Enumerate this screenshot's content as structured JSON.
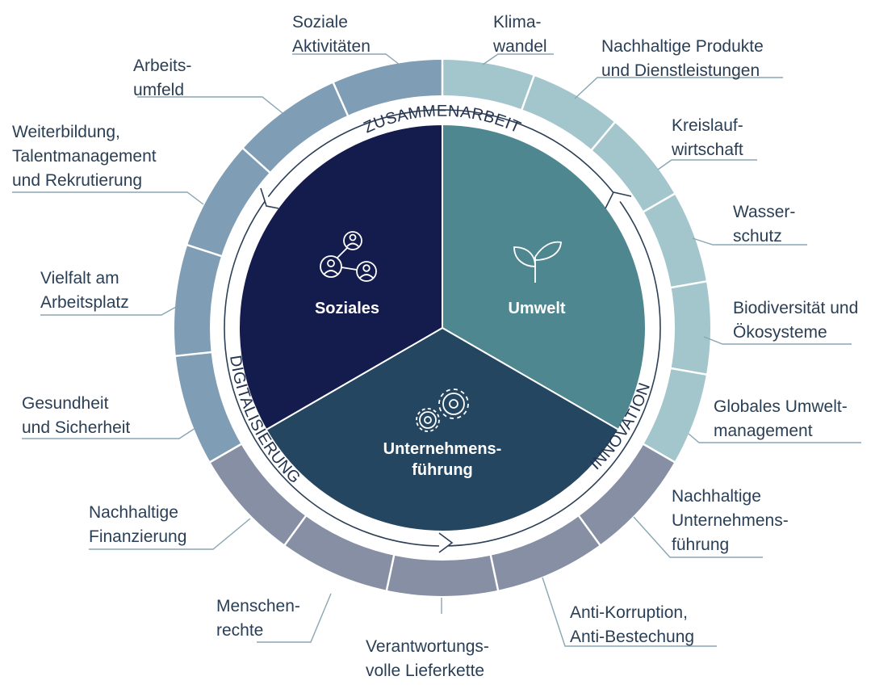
{
  "center": {
    "social": "Soziales",
    "environment": "Umwelt",
    "governance_1": "Unternehmens-",
    "governance_2": "führung"
  },
  "band": {
    "top": "ZUSAMMENARBEIT",
    "left": "DIGITALISIERUNG",
    "right": "INNOVATION"
  },
  "social_topics": [
    "Soziale\nAktivitäten",
    "Arbeits-\numfeld",
    "Weiterbildung,\nTalentmanagement\nund Rekrutierung",
    "Vielfalt am\nArbeitsplatz",
    "Gesundheit\nund Sicherheit"
  ],
  "environment_topics": [
    "Klima-\nwandel",
    "Nachhaltige Produkte\nund Dienstleistungen",
    "Kreislauf-\nwirtschaft",
    "Wasser-\nschutz",
    "Biodiversität und\nÖkosysteme",
    "Globales Umwelt-\nmanagement"
  ],
  "governance_topics": [
    "Nachhaltige\nUnternehmens-\nführung",
    "Anti-Korruption,\nAnti-Bestechung",
    "Verantwortungs-\nvolle Lieferkette",
    "Menschen-\nrechte",
    "Nachhaltige\nFinanzierung"
  ],
  "colors": {
    "social": "#141c4e",
    "environment": "#4f8790",
    "governance": "#254660",
    "ring_social": "#7f9db5",
    "ring_environment": "#a3c5cc",
    "ring_governance": "#868fa3",
    "text": "#2a3f55"
  }
}
